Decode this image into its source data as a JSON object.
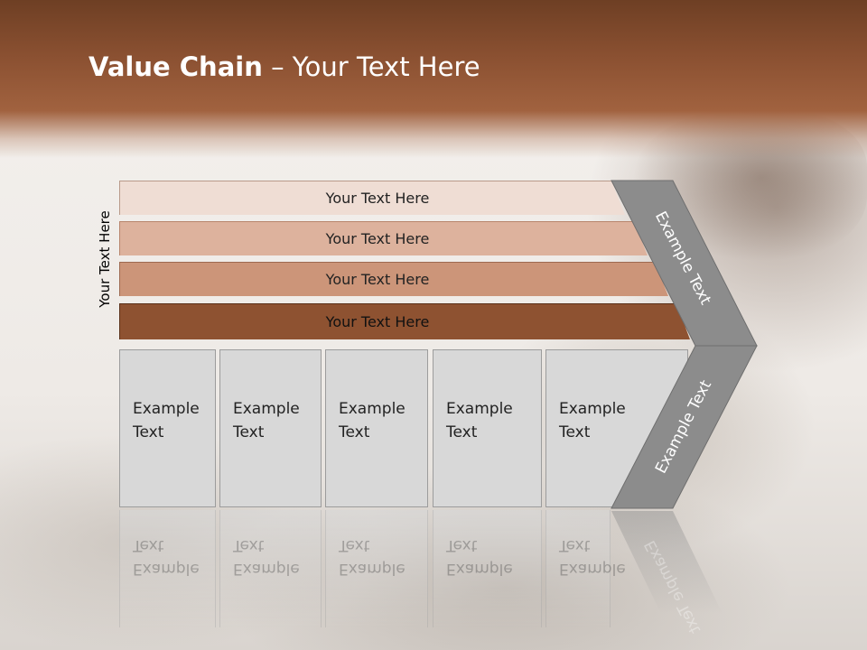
{
  "title": {
    "bold": "Value Chain",
    "rest": " – Your Text Here"
  },
  "side_label": "Your Text Here",
  "bars": [
    {
      "label": "Your Text Here",
      "color": "#efddd4"
    },
    {
      "label": "Your Text Here",
      "color": "#ddb29d"
    },
    {
      "label": "Your Text Here",
      "color": "#cc9579"
    },
    {
      "label": "Your Text Here",
      "color": "#8e5231"
    }
  ],
  "boxes": [
    {
      "label": "Example\nText"
    },
    {
      "label": "Example\nText"
    },
    {
      "label": "Example\nText"
    },
    {
      "label": "Example\nText"
    },
    {
      "label": "Example\nText"
    }
  ],
  "chevron": {
    "upper_label": "Example Text",
    "lower_label": "Example Text",
    "color": "#8c8c8c"
  },
  "colors": {
    "header": "#8a5031",
    "box": "#d8d8d8"
  }
}
